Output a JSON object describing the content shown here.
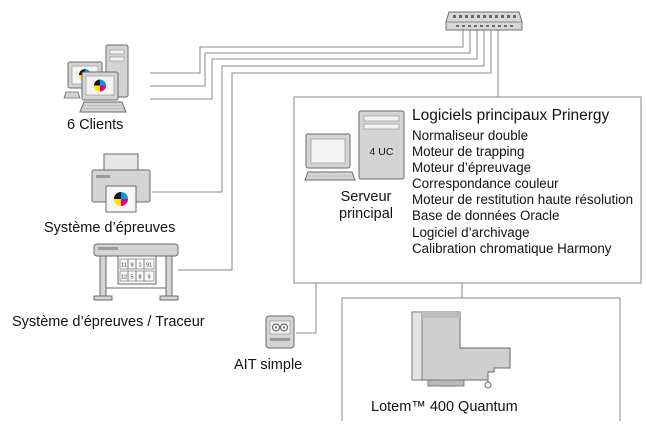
{
  "clients_label": "6 Clients",
  "proof_label": "Système d’épreuves",
  "plotter_label": "Système d’épreuves / Traceur",
  "plotter_sheet_numbers": [
    "11",
    "9",
    "1",
    "91",
    "12",
    "5",
    "8",
    "9"
  ],
  "ait_label": "AIT simple",
  "server": {
    "cpu_badge": "4 UC",
    "label_line1": "Serveur",
    "label_line2": "principal"
  },
  "software": {
    "title": "Logiciels principaux Prinergy",
    "items": [
      "Normaliseur double",
      "Moteur de trapping",
      "Moteur d’épreuvage",
      "Correspondance couleur",
      "Moteur de restitution haute résolution",
      "Base de données Oracle",
      "Logiciel d’archivage",
      "Calibration chromatique Harmony"
    ]
  },
  "lotem_label": "Lotem™ 400 Quantum",
  "colors": {
    "line": "#8a8a8a",
    "device_fill": "#d4d4d4",
    "device_dark": "#9a9a9a",
    "screen": "#f4f4f4",
    "cmyk_cyan": "#00a0e0",
    "cmyk_magenta": "#e0007a",
    "cmyk_yellow": "#ffe000",
    "cmyk_black": "#111111"
  }
}
